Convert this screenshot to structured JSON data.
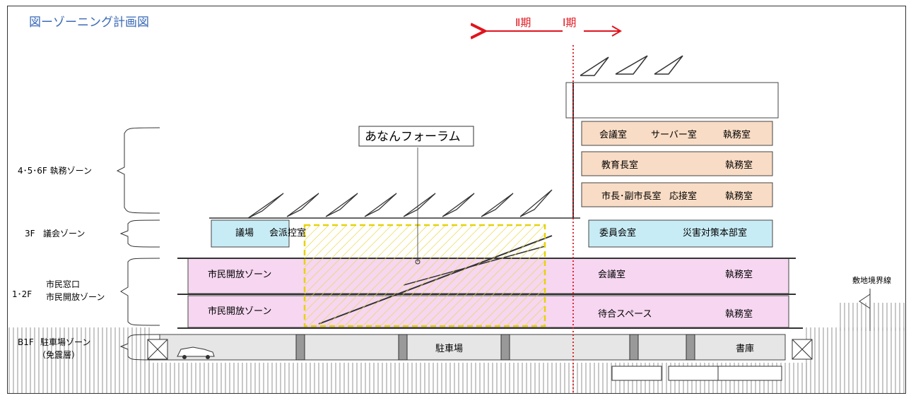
{
  "title": "図ーゾーニング計画図",
  "colors": {
    "title": "#3a6ab6",
    "executive_zone": "#f9dcc5",
    "council_zone": "#c8ecf5",
    "public_zone": "#f6d6f1",
    "parking_zone": "#e6e6e6",
    "forum_hatch": "#e8d84a",
    "phase_arrow": "#e0141e"
  },
  "phases": {
    "phase2": "Ⅱ期",
    "phase1": "Ⅰ期"
  },
  "zone_labels": {
    "executive": "4･5･6F  執務ゾーン",
    "council_floor": "3F",
    "council": "議会ゾーン",
    "public_floor": "1･2F",
    "public_line1": "市民窓口",
    "public_line2": "市民開放ゾーン",
    "parking_floor": "B1F",
    "parking": "駐車場ゾーン",
    "seismic": "（免震層）"
  },
  "forum_label": "あなんフォーラム",
  "boundary_label": "敷地境界線",
  "rooms": {
    "f6_left": "会議室",
    "f6_mid": "サーバー室",
    "f6_right": "執務室",
    "f5_left": "教育長室",
    "f5_right": "執務室",
    "f4_left": "市長･副市長室",
    "f4_mid": "応接室",
    "f4_right": "執務室",
    "f3_assembly": "議場",
    "f3_faction": "会派控室",
    "f3_committee": "委員会室",
    "f3_disaster": "災害対策本部室",
    "f2_public": "市民開放ゾーン",
    "f2_meeting": "会議室",
    "f2_office": "執務室",
    "f1_public": "市民開放ゾーン",
    "f1_waiting": "待合スペース",
    "f1_office": "執務室",
    "b1_parking": "駐車場",
    "b1_archive": "書庫"
  }
}
